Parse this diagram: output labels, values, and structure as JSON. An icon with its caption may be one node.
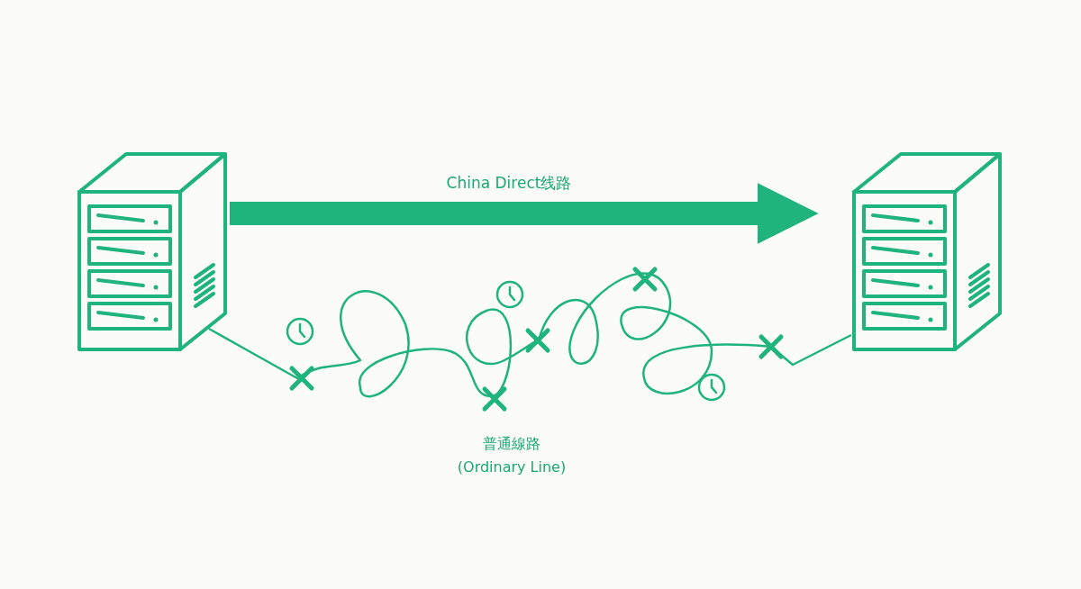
{
  "diagram": {
    "nodes": [
      {
        "text": [],
        "shape": "picture"
      },
      {
        "text": [],
        "shape": "picture"
      }
    ],
    "edges": [
      {
        "from": 0,
        "to": 1,
        "arrow": "to",
        "style": "thick",
        "label": "China Direct线路"
      },
      {
        "from": 0,
        "to": 1,
        "arrow": "none",
        "label": "普通線路 (Ordinary Line)"
      }
    ]
  }
}
